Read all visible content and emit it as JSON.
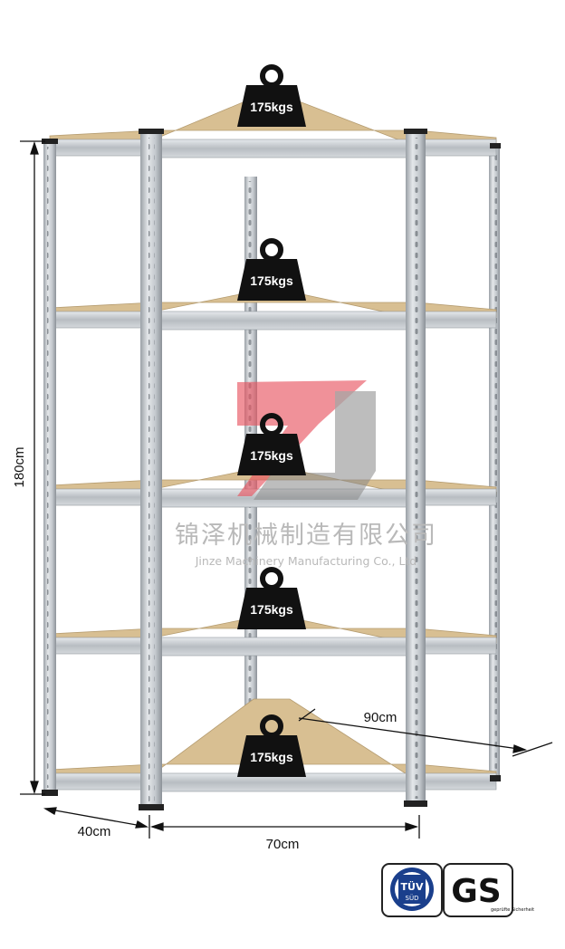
{
  "product": {
    "height_label": "180cm",
    "depth_label": "40cm",
    "width_label": "70cm",
    "diagonal_label": "90cm",
    "shelf_count": 5,
    "shelf_loads": [
      "175kgs",
      "175kgs",
      "175kgs",
      "175kgs",
      "175kgs"
    ]
  },
  "watermark": {
    "company_cn": "锦泽机械制造有限公司",
    "company_en": "Jinze Machinery Manufacturing Co., Ltd",
    "logo_colors": {
      "red": "#e8545f",
      "gray": "#8a8a8a"
    }
  },
  "certifications": [
    {
      "name": "TÜV SÜD",
      "line1": "TÜV",
      "line2": "SÜD"
    },
    {
      "name": "GS",
      "mark": "GS",
      "subtext": "geprüfte Sicherheit"
    }
  ],
  "colors": {
    "frame": "#c9cdd2",
    "board": "#d8bf92",
    "weight": "#111111"
  }
}
